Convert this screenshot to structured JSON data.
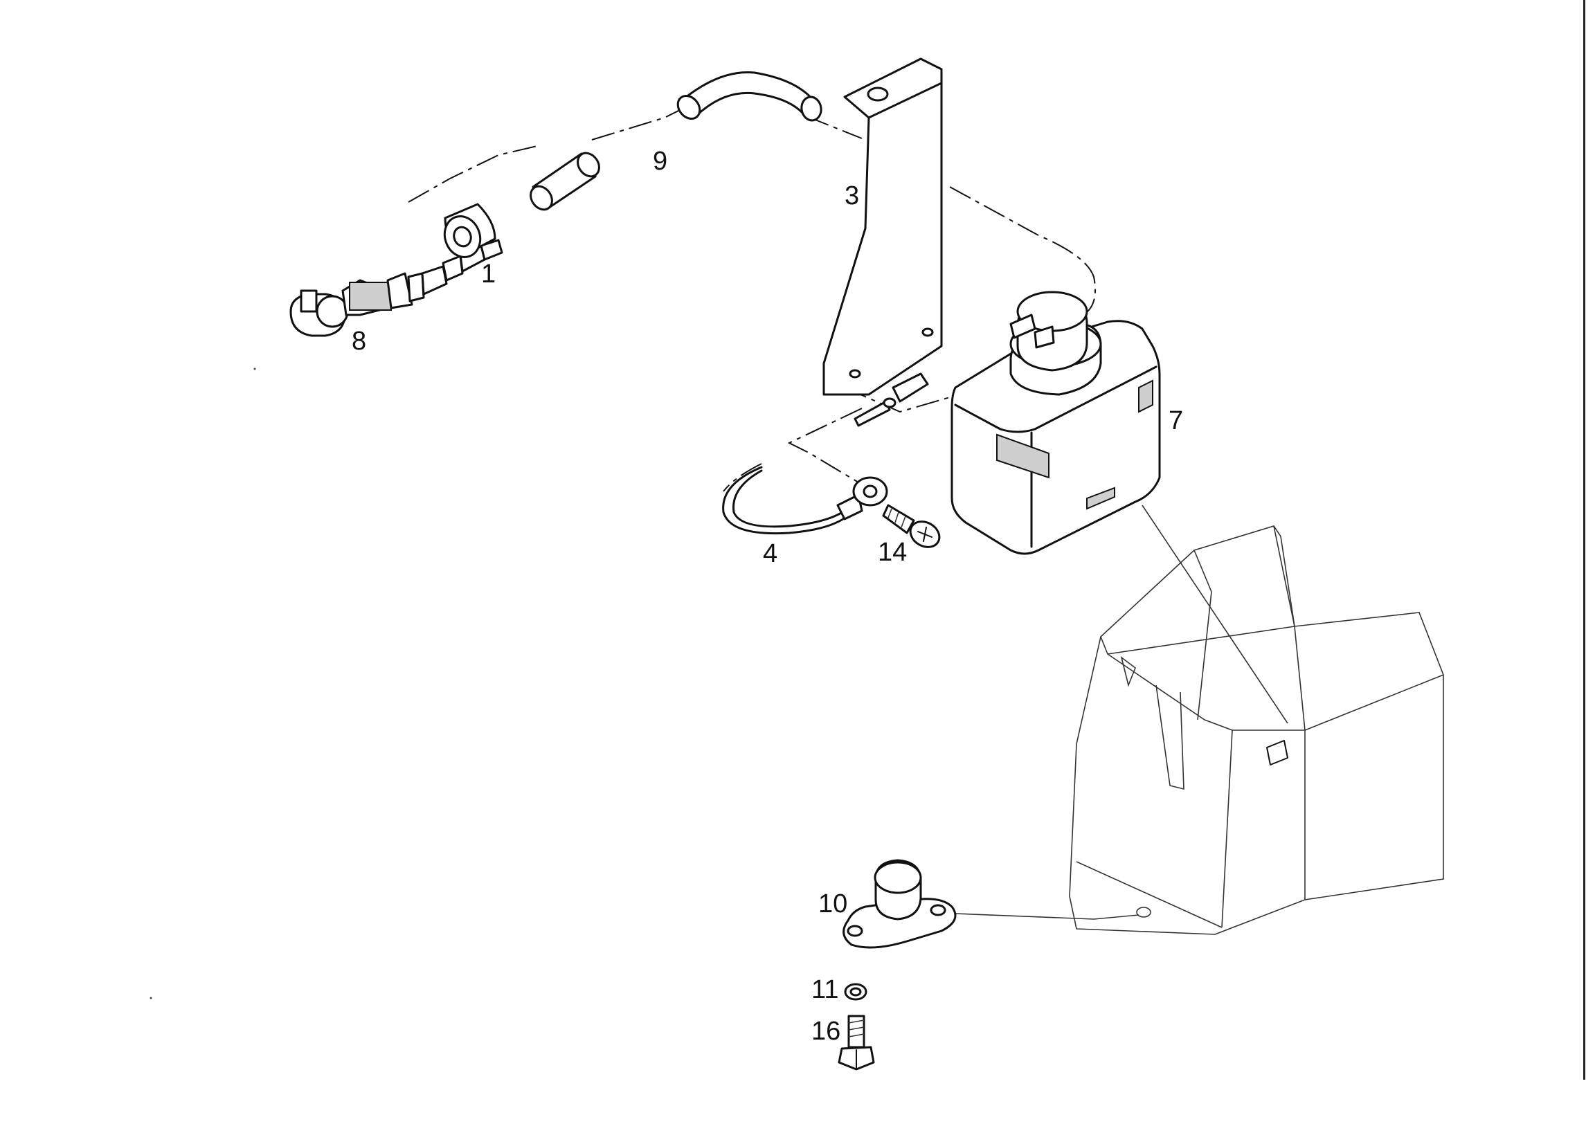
{
  "parts": [
    {
      "id": "bushing",
      "label": "1"
    },
    {
      "id": "bracket",
      "label": "3"
    },
    {
      "id": "ground-wire",
      "label": "4"
    },
    {
      "id": "reservoir",
      "label": "7"
    },
    {
      "id": "washer-nozzle",
      "label": "8"
    },
    {
      "id": "hose",
      "label": "9"
    },
    {
      "id": "pump",
      "label": "10"
    },
    {
      "id": "washer",
      "label": "11"
    },
    {
      "id": "screw",
      "label": "14"
    },
    {
      "id": "bolt",
      "label": "16"
    }
  ]
}
